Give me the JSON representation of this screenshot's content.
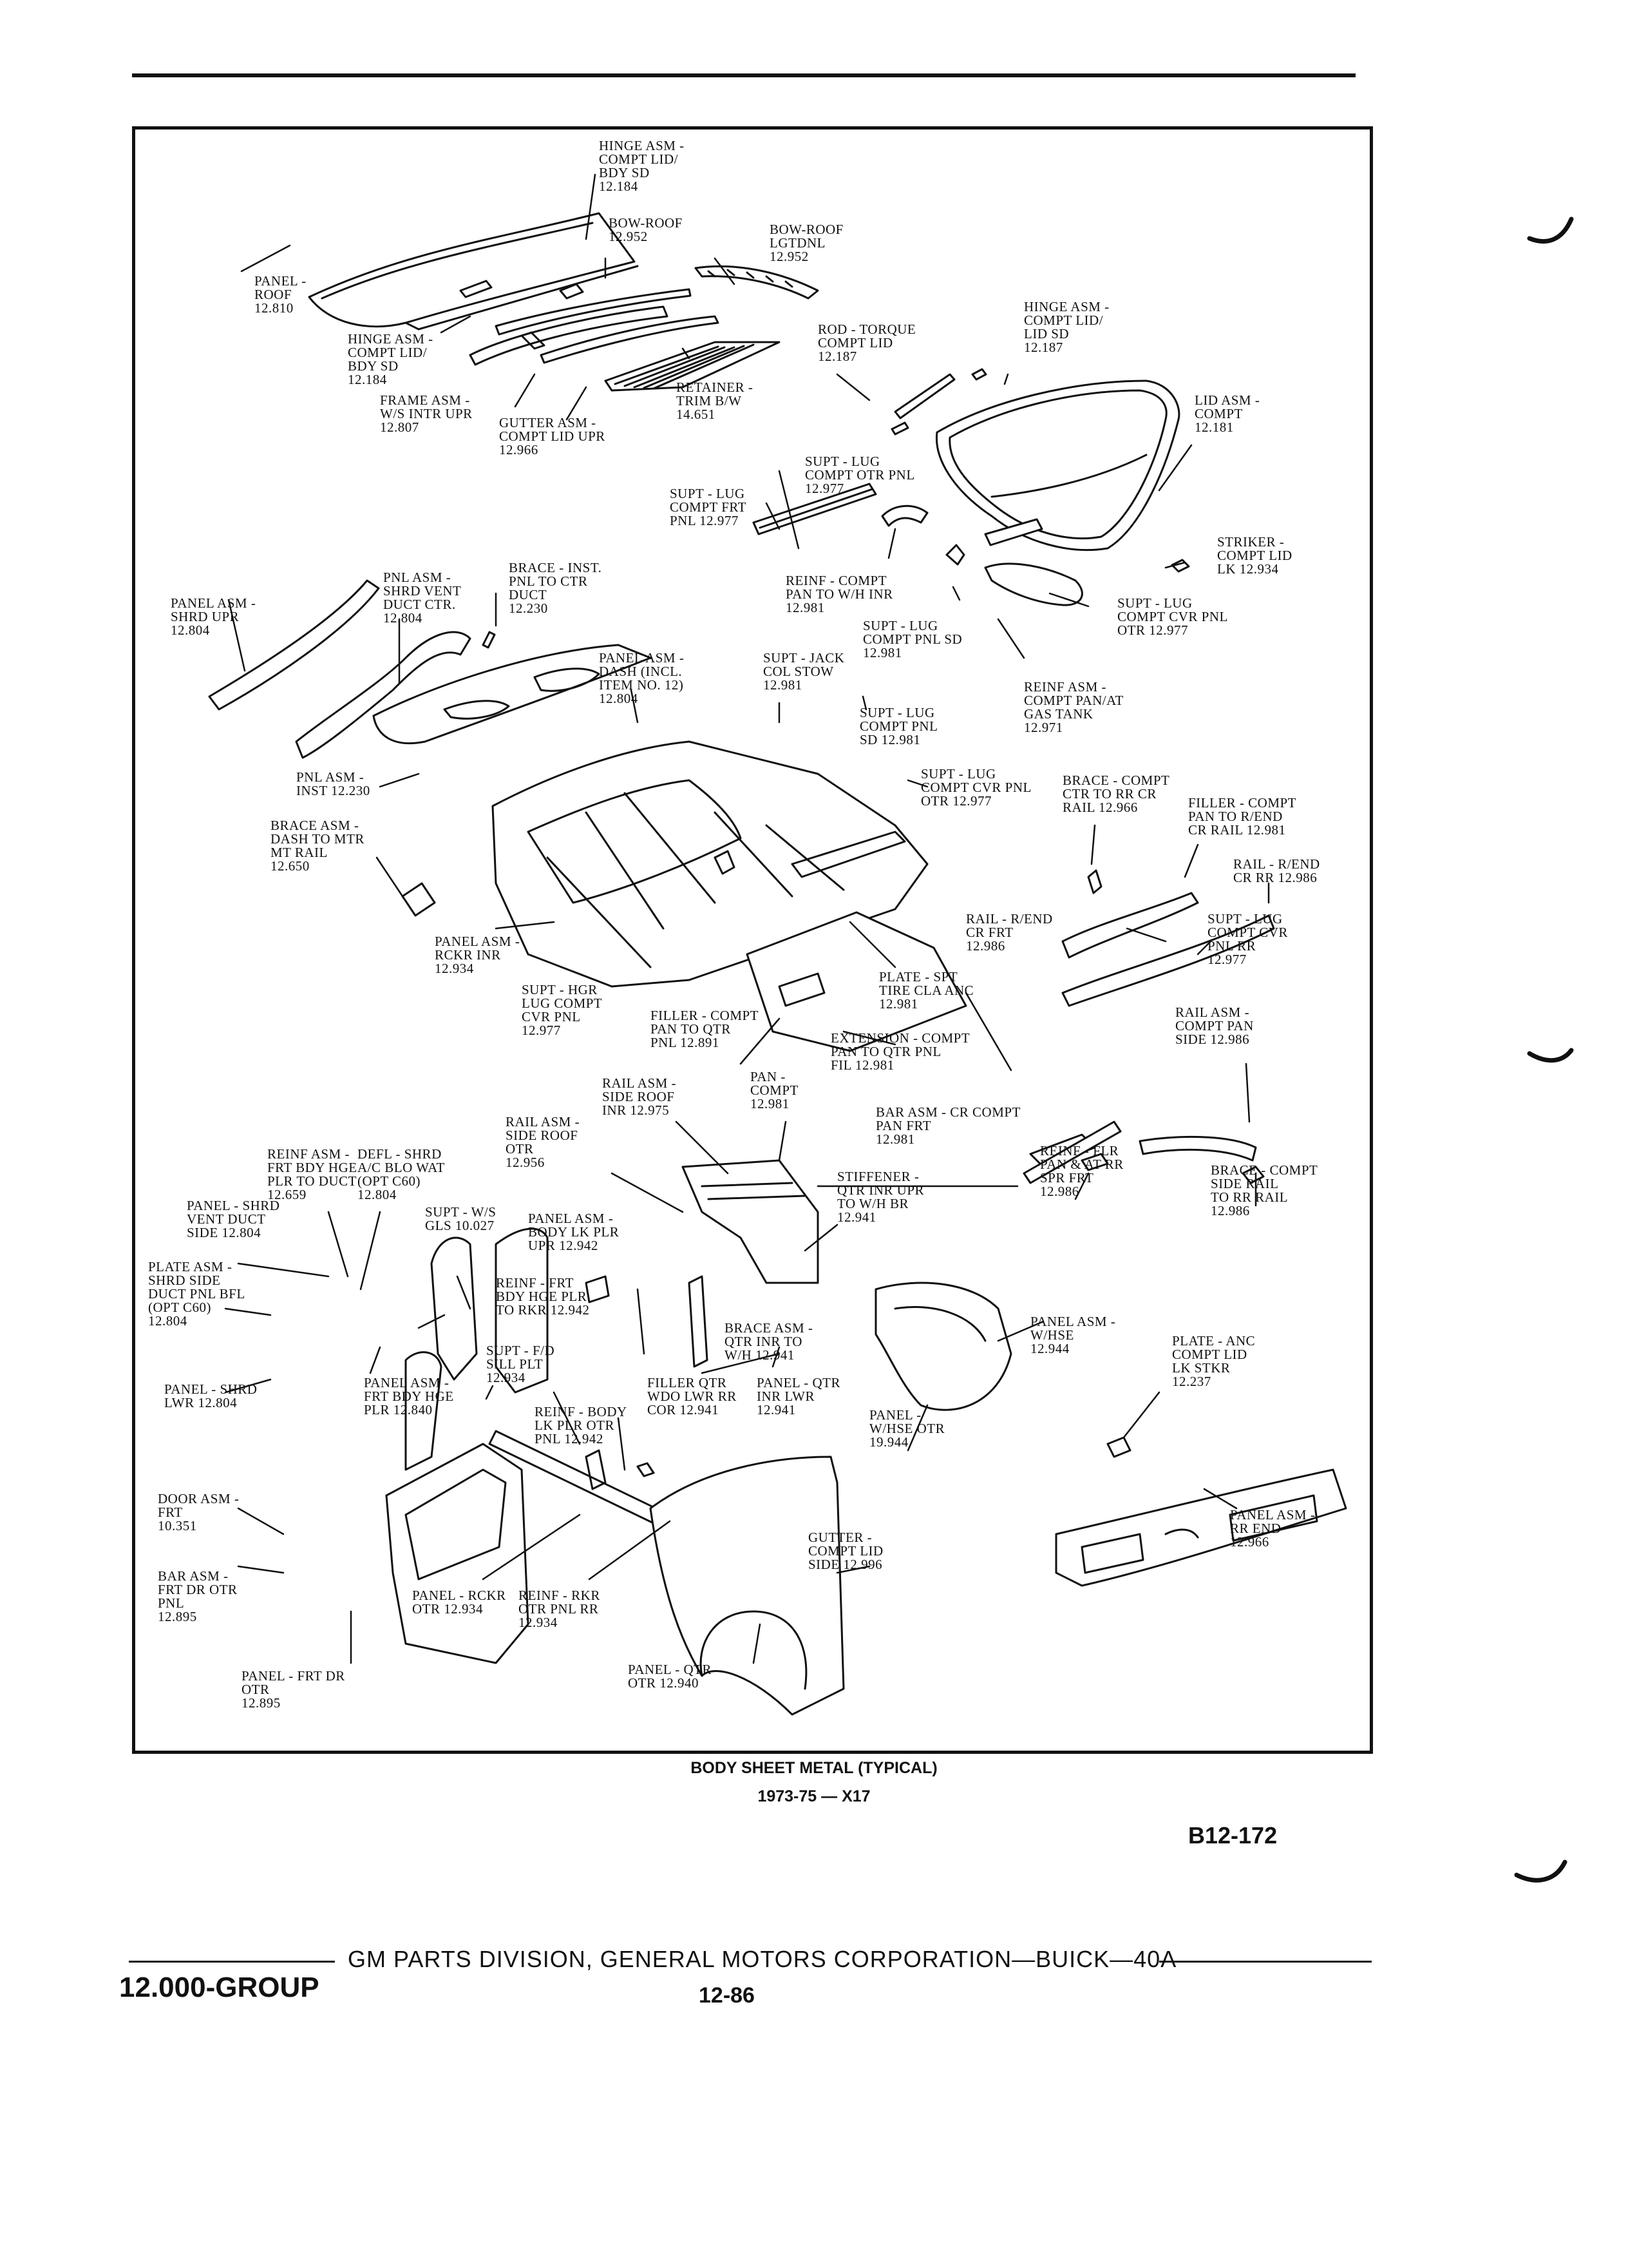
{
  "diagram": {
    "labels": [
      "HINGE ASM -\nCOMPT LID/\nBDY SD\n12.184",
      "BOW-ROOF\n12.952",
      "BOW-ROOF\nLGTDNL\n12.952",
      "PANEL -\nROOF\n12.810",
      "HINGE ASM -\nCOMPT LID/\nBDY SD\n12.184",
      "FRAME ASM -\nW/S INTR UPR\n12.807",
      "GUTTER ASM -\nCOMPT LID UPR\n12.966",
      "RETAINER -\nTRIM B/W\n14.651",
      "ROD - TORQUE\nCOMPT LID\n12.187",
      "HINGE ASM -\nCOMPT LID/\nLID SD\n12.187",
      "LID ASM -\nCOMPT\n12.181",
      "SUPT - LUG\nCOMPT OTR PNL\n12.977",
      "SUPT - LUG\nCOMPT FRT\nPNL 12.977",
      "STRIKER -\nCOMPT LID\nLK 12.934",
      "BRACE - INST.\nPNL TO CTR\nDUCT\n12.230",
      "PNL ASM -\nSHRD VENT\nDUCT CTR.\n12.804",
      "PANEL ASM -\nSHRD UPR\n12.804",
      "REINF - COMPT\nPAN TO W/H INR\n12.981",
      "SUPT - LUG\nCOMPT CVR PNL\nOTR 12.977",
      "SUPT - LUG\nCOMPT PNL SD\n12.981",
      "PANEL ASM -\nDASH (INCL.\nITEM NO. 12)\n12.804",
      "SUPT - JACK\nCOL STOW\n12.981",
      "REINF ASM -\nCOMPT PAN/AT\nGAS TANK\n12.971",
      "SUPT - LUG\nCOMPT PNL\nSD 12.981",
      "PNL ASM -\nINST 12.230",
      "SUPT - LUG\nCOMPT CVR PNL\nOTR 12.977",
      "BRACE - COMPT\nCTR TO RR CR\nRAIL 12.966",
      "FILLER - COMPT\nPAN TO R/END\nCR RAIL 12.981",
      "BRACE ASM -\nDASH TO MTR\nMT RAIL\n12.650",
      "RAIL - R/END\nCR RR 12.986",
      "RAIL - R/END\nCR FRT\n12.986",
      "SUPT - LUG\nCOMPT CVR\nPNL RR\n12.977",
      "PANEL ASM -\nRCKR INR\n12.934",
      "PLATE - SPT\nTIRE CLA ANC\n12.981",
      "SUPT - HGR\nLUG COMPT\nCVR PNL\n12.977",
      "FILLER - COMPT\nPAN TO QTR\nPNL 12.891",
      "EXTENSION - COMPT\nPAN TO QTR PNL\nFIL 12.981",
      "RAIL ASM -\nCOMPT PAN\nSIDE 12.986",
      "RAIL ASM -\nSIDE ROOF\nINR 12.975",
      "PAN -\nCOMPT\n12.981",
      "BAR ASM - CR COMPT\nPAN FRT\n12.981",
      "RAIL ASM -\nSIDE ROOF\nOTR\n12.956",
      "REINF - FLR\nPAN & AT RR\nSPR FRT\n12.986",
      "BRACE - COMPT\nSIDE RAIL\nTO RR RAIL\n12.986",
      "REINF ASM -\nFRT BDY HGE\nPLR TO DUCT\n12.659",
      "DEFL - SHRD\nA/C BLO WAT\n(OPT C60)\n12.804",
      "STIFFENER -\nQTR INR UPR\nTO W/H BR\n12.941",
      "PANEL - SHRD\nVENT DUCT\nSIDE 12.804",
      "SUPT - W/S\nGLS 10.027",
      "PANEL ASM -\nBODY LK PLR\nUPR 12.942",
      "PLATE ASM -\nSHRD SIDE\nDUCT PNL BFL\n(OPT C60)\n12.804",
      "REINF - FRT\nBDY HGE PLR\nTO RKR 12.942",
      "BRACE ASM -\nQTR INR TO\nW/H 12.941",
      "PANEL ASM -\nW/HSE\n12.944",
      "PLATE - ANC\nCOMPT LID\nLK STKR\n12.237",
      "SUPT - F/D\nSILL PLT\n12.934",
      "PANEL - SHRD\nLWR 12.804",
      "PANEL ASM -\nFRT BDY HGE\nPLR 12.840",
      "REINF - BODY\nLK PLR OTR\nPNL 12.942",
      "FILLER QTR\nWDO LWR RR\nCOR 12.941",
      "PANEL - QTR\nINR LWR\n12.941",
      "PANEL -\nW/HSE OTR\n19.944",
      "DOOR ASM -\nFRT\n10.351",
      "PANEL ASM -\nRR END\n12.966",
      "BAR ASM -\nFRT DR OTR\nPNL\n12.895",
      "PANEL - RCKR\nOTR 12.934",
      "REINF - RKR\nOTR PNL RR\n12.934",
      "GUTTER -\nCOMPT LID\nSIDE 12.996",
      "PANEL - QTR\nOTR 12.940",
      "PANEL - FRT DR\nOTR\n12.895"
    ]
  },
  "caption": {
    "line1": "BODY SHEET METAL (TYPICAL)",
    "line2": "1973-75 — X17"
  },
  "figure_id": "B12-172",
  "footer": {
    "publisher": "GM PARTS DIVISION, GENERAL MOTORS CORPORATION—BUICK—40A",
    "group": "12.000-GROUP",
    "page": "12-86"
  }
}
